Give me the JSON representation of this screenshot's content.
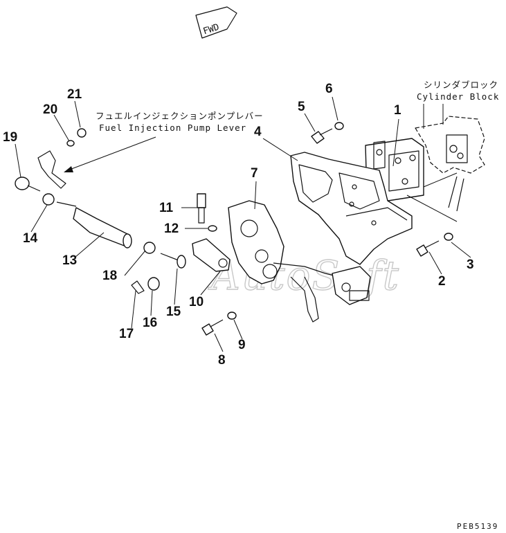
{
  "fwd_label": "FWD",
  "cylinder_block": {
    "jp": "シリンダブロック",
    "en": "Cylinder Block"
  },
  "pump_lever": {
    "jp": "フュエルインジェクションポンプレバー",
    "en": "Fuel Injection Pump Lever"
  },
  "watermark": "AutoSoft",
  "drawing_code": "PEB5139",
  "parts": [
    "1",
    "2",
    "3",
    "4",
    "5",
    "6",
    "7",
    "8",
    "9",
    "10",
    "11",
    "12",
    "13",
    "14",
    "15",
    "16",
    "17",
    "18",
    "19",
    "20",
    "21"
  ]
}
